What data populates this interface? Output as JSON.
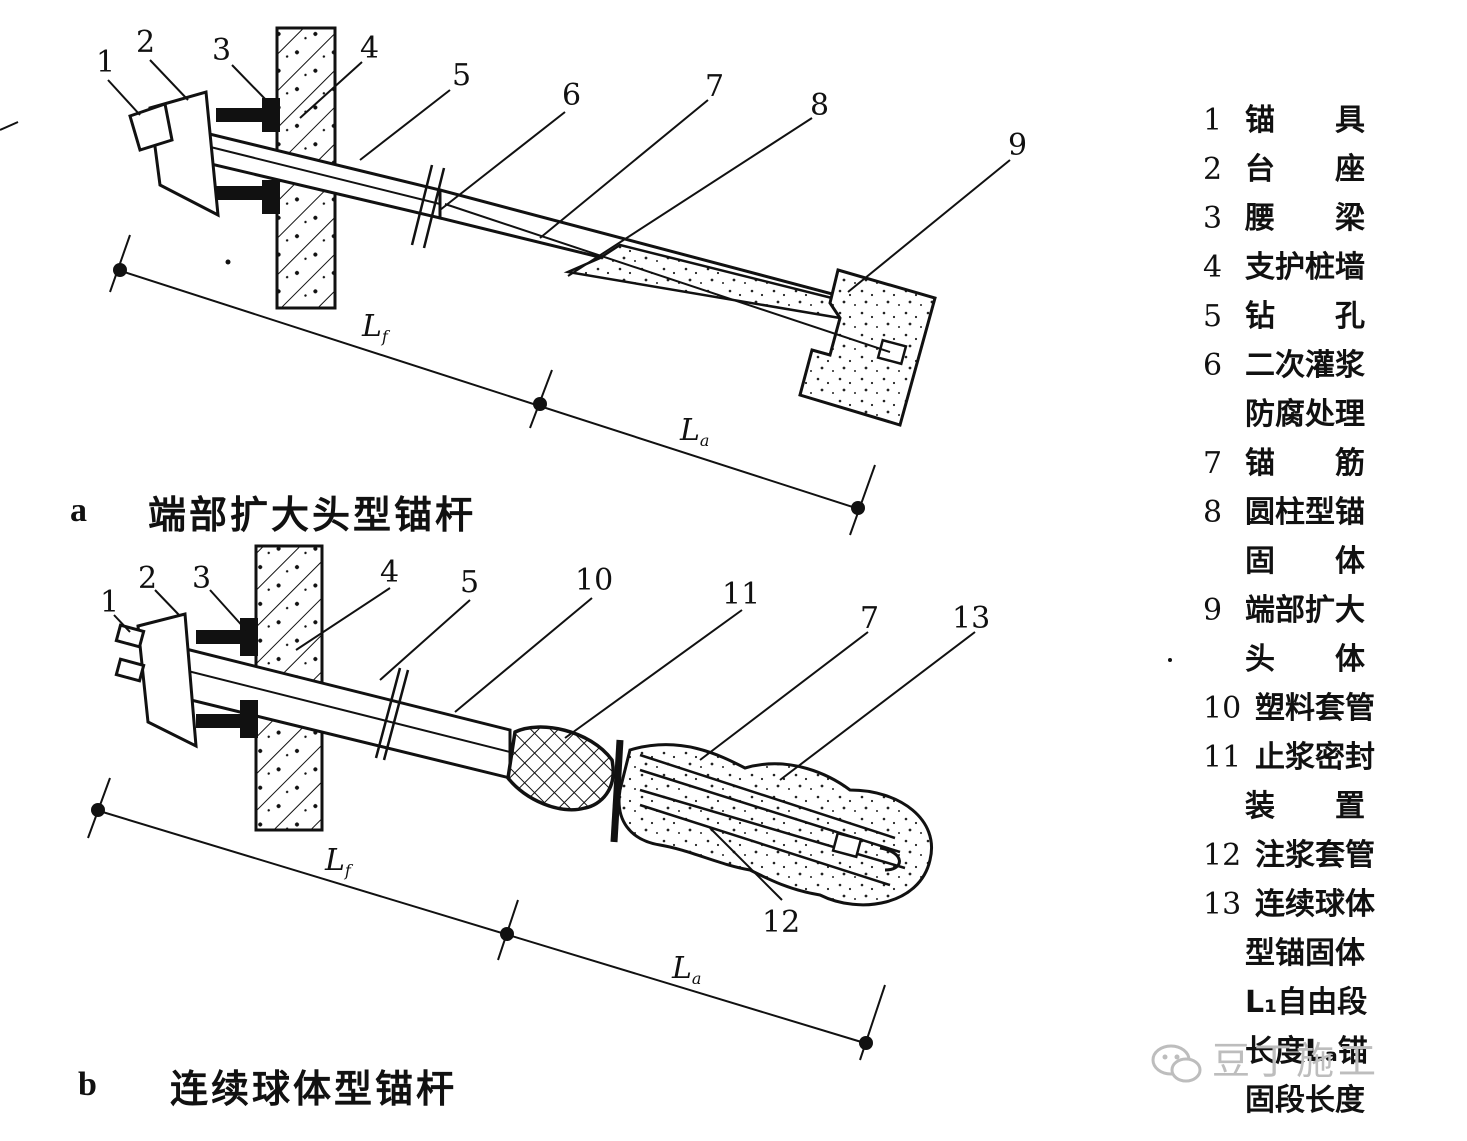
{
  "figure_a": {
    "letter": "a",
    "title": "端部扩大头型锚杆",
    "labels": [
      "1",
      "2",
      "3",
      "4",
      "5",
      "6",
      "7",
      "8",
      "9"
    ],
    "dim_free": "L",
    "dim_free_sub": "f",
    "dim_anchor": "L",
    "dim_anchor_sub": "a"
  },
  "figure_b": {
    "letter": "b",
    "title": "连续球体型锚杆",
    "labels": [
      "1",
      "2",
      "3",
      "4",
      "5",
      "10",
      "11",
      "7",
      "13",
      "12"
    ],
    "dim_free": "L",
    "dim_free_sub": "f",
    "dim_anchor": "L",
    "dim_anchor_sub": "a"
  },
  "legend": {
    "rows": [
      {
        "num": "1",
        "text": "锚　　具"
      },
      {
        "num": "2",
        "text": "台　　座"
      },
      {
        "num": "3",
        "text": "腰　　梁"
      },
      {
        "num": "4",
        "text": "支护桩墙"
      },
      {
        "num": "5",
        "text": "钻　　孔"
      },
      {
        "num": "6",
        "text": "二次灌浆"
      },
      {
        "num": "",
        "text": "防腐处理"
      },
      {
        "num": "7",
        "text": "锚　　筋"
      },
      {
        "num": "8",
        "text": "圆柱型锚"
      },
      {
        "num": "",
        "text": "固　　体"
      },
      {
        "num": "9",
        "text": "端部扩大"
      },
      {
        "num": "",
        "text": "头　　体"
      },
      {
        "num": "10",
        "text": "塑料套管"
      },
      {
        "num": "11",
        "text": "止浆密封"
      },
      {
        "num": "",
        "text": "装　　置"
      },
      {
        "num": "12",
        "text": "注浆套管"
      },
      {
        "num": "13",
        "text": "连续球体"
      },
      {
        "num": "",
        "text": "型锚固体"
      },
      {
        "num": "",
        "text": "L₁自由段"
      },
      {
        "num": "",
        "text": "长度Lₐ锚"
      },
      {
        "num": "",
        "text": "固段长度"
      }
    ]
  },
  "watermark": {
    "text": "豆丁施工",
    "icon": "wechat-icon"
  }
}
